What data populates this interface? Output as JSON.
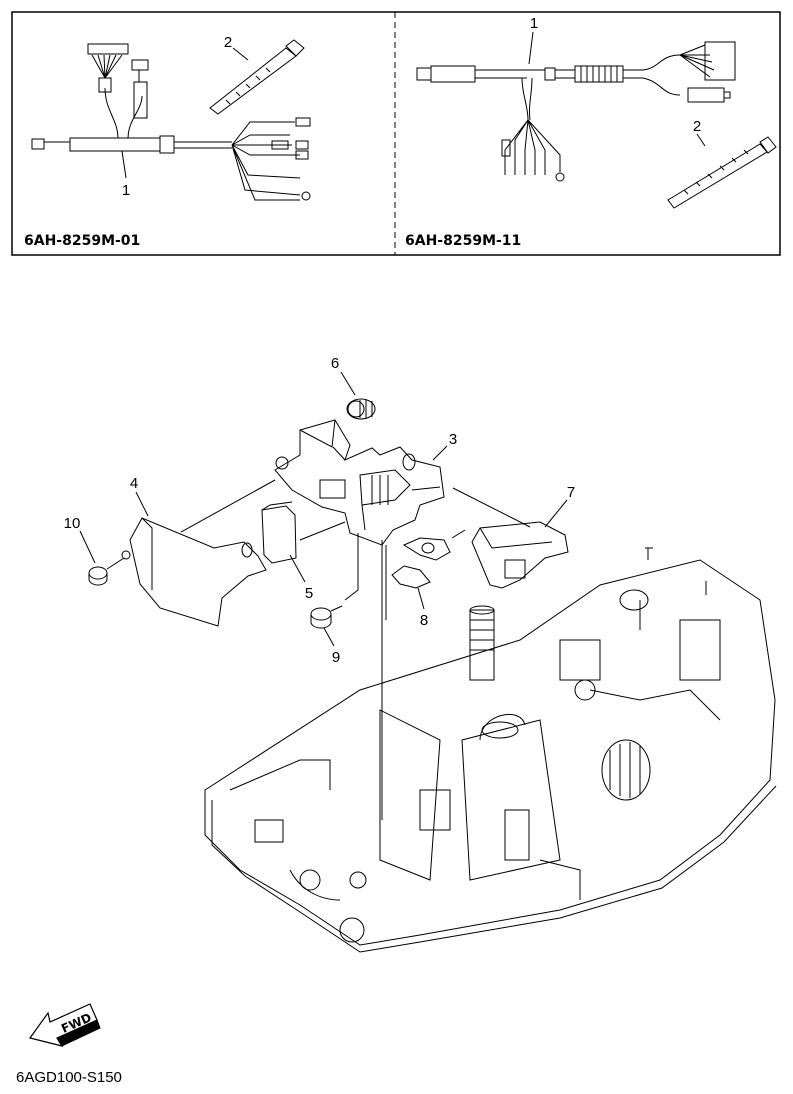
{
  "top_panels": {
    "left": {
      "code": "6AH-8259M-01",
      "callouts": [
        "1",
        "2"
      ]
    },
    "right": {
      "code": "6AH-8259M-11",
      "callouts": [
        "1",
        "2"
      ]
    }
  },
  "main_callouts": [
    "3",
    "4",
    "5",
    "6",
    "7",
    "8",
    "9",
    "10"
  ],
  "fwd_label": "FWD",
  "figure_id": "6AGD100-S150"
}
